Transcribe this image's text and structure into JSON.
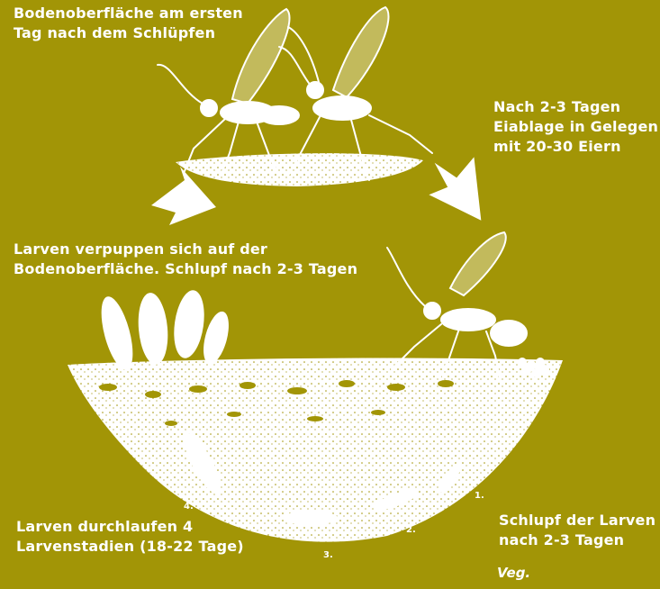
{
  "labels": {
    "top_left": "Bodenoberfläche am ersten\nTag nach dem Schlüpfen",
    "top_right": "Nach 2-3 Tagen\nEiablage in Gelegen\nmit 20-30 Eiern",
    "middle_left": "Larven verpuppen sich auf der\nBodenoberfläche. Schlupf nach 2-3 Tagen",
    "bottom_left": "Larven durchlaufen 4\nLarvenstadien (18-22 Tage)",
    "bottom_right": "Schlupf der Larven\nnach 2-3 Tagen",
    "signature": "Veg."
  },
  "stages": [
    "1.",
    "2.",
    "3.",
    "4."
  ],
  "colors": {
    "background": "#a29506",
    "foreground": "#ffffff"
  }
}
